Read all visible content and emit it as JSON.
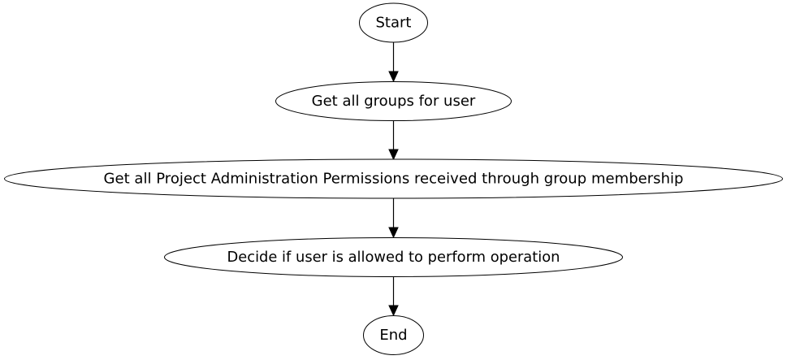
{
  "diagram": {
    "type": "flowchart",
    "nodes": [
      {
        "id": "start",
        "label": "Start",
        "shape": "ellipse"
      },
      {
        "id": "get-groups",
        "label": "Get all groups for user",
        "shape": "ellipse"
      },
      {
        "id": "get-permissions",
        "label": "Get all Project Administration Permissions received through group membership",
        "shape": "ellipse"
      },
      {
        "id": "decide",
        "label": "Decide if user is allowed to perform operation",
        "shape": "ellipse"
      },
      {
        "id": "end",
        "label": "End",
        "shape": "ellipse"
      }
    ],
    "edges": [
      {
        "from": "start",
        "to": "get-groups"
      },
      {
        "from": "get-groups",
        "to": "get-permissions"
      },
      {
        "from": "get-permissions",
        "to": "decide"
      },
      {
        "from": "decide",
        "to": "end"
      }
    ],
    "colors": {
      "stroke": "#000000",
      "fill": "#ffffff",
      "text": "#000000"
    }
  }
}
